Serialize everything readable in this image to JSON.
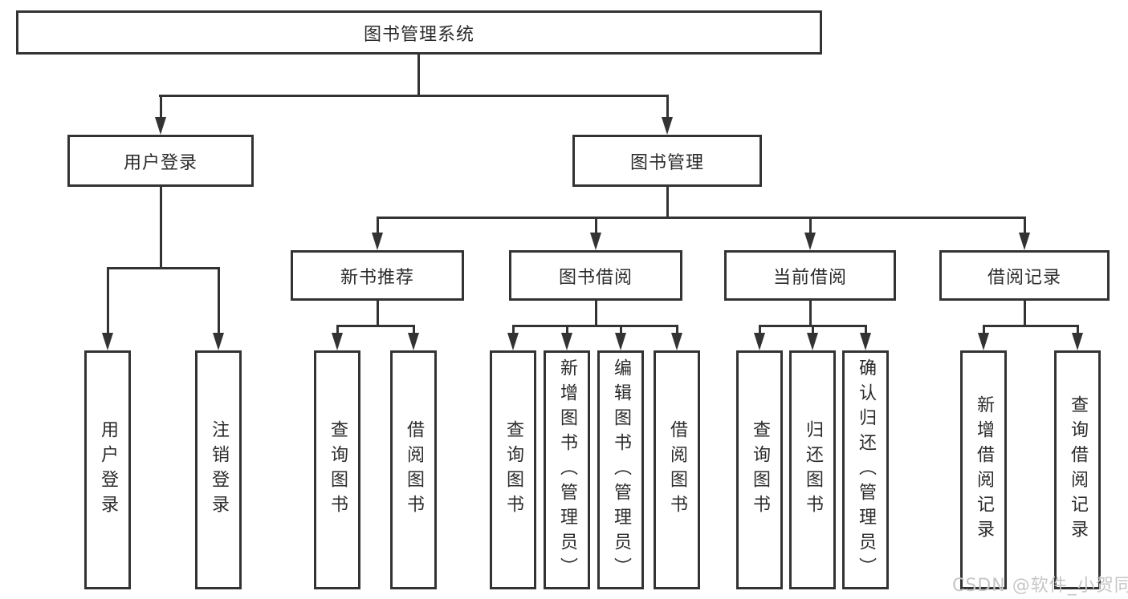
{
  "diagram": {
    "root_label": "图书管理系统",
    "branches": [
      {
        "label": "用户登录",
        "children": [
          "用户登录",
          "注销登录"
        ]
      },
      {
        "label": "图书管理",
        "children": [
          {
            "label": "新书推荐",
            "children": [
              "查询图书",
              "借阅图书"
            ]
          },
          {
            "label": "图书借阅",
            "children": [
              "查询图书",
              "新增图书（管理员）",
              "编辑图书（管理员）",
              "借阅图书"
            ]
          },
          {
            "label": "当前借阅",
            "children": [
              "查询图书",
              "归还图书",
              "确认归还（管理员）"
            ]
          },
          {
            "label": "借阅记录",
            "children": [
              "新增借阅记录",
              "查询借阅记录"
            ]
          }
        ]
      }
    ]
  },
  "watermark": {
    "text": "CSDN @软件_小贺同学"
  },
  "colors": {
    "line": "#333333",
    "text": "#2b2b2b",
    "box_bg": "#ffffff",
    "background": "#ffffff",
    "watermark": "#c6c6c6"
  }
}
